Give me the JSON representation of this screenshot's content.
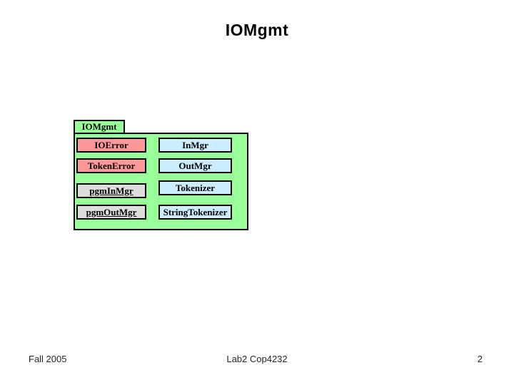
{
  "slide": {
    "title": "IOMgmt",
    "background": "#FFFFFF",
    "footer": {
      "date": "Fall 2005",
      "center": "Lab2 Cop4232",
      "page_number": "2"
    }
  },
  "diagram": {
    "package": {
      "tab_label": "IOMgmt",
      "fill": "#99FF99",
      "border_color": "#000000"
    },
    "left_column": [
      {
        "label": "IOError",
        "fill": "#FF9999",
        "underlined": false
      },
      {
        "label": "TokenError",
        "fill": "#FF9999",
        "underlined": false
      },
      {
        "label": "pgmInMgr",
        "fill": "#DDDDDD",
        "underlined": true
      },
      {
        "label": "pgmOutMgr",
        "fill": "#DDDDDD",
        "underlined": true
      }
    ],
    "right_column": [
      {
        "label": "InMgr",
        "fill": "#CCECFF",
        "underlined": false
      },
      {
        "label": "OutMgr",
        "fill": "#CCECFF",
        "underlined": false
      },
      {
        "label": "Tokenizer",
        "fill": "#CCECFF",
        "underlined": false
      },
      {
        "label": "StringTokenizer",
        "fill": "#CCECFF",
        "underlined": false
      }
    ]
  }
}
